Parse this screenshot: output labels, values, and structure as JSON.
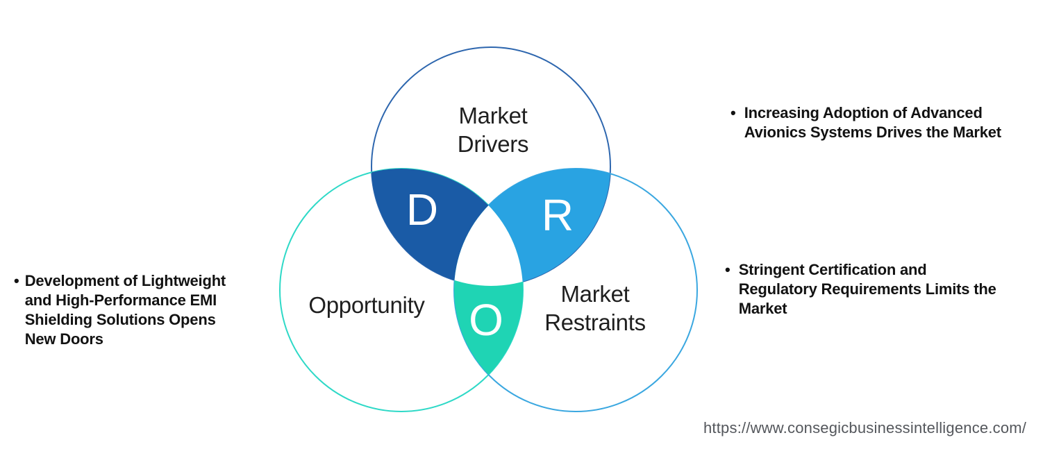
{
  "venn": {
    "drivers": {
      "label": "Market\nDrivers",
      "letter": "D",
      "region_fill": "#1a5ba6",
      "outline_color": "#2d66ae"
    },
    "restraints": {
      "label": "Market\nRestraints",
      "letter": "R",
      "region_fill": "#29a3e2",
      "outline_color": "#3aa7e0"
    },
    "opportunity": {
      "label": "Opportunity",
      "letter": "O",
      "region_fill": "#1fd4b4",
      "outline_color": "#2ed9c7"
    }
  },
  "notes": {
    "driver": {
      "marker": "•",
      "text": "Increasing Adoption of Advanced\nAvionics Systems Drives the Market"
    },
    "restraint": {
      "marker": "•",
      "text": "Stringent Certification and\nRegulatory Requirements Limits the\nMarket"
    },
    "opportunity": {
      "marker": "•",
      "text": "Development of Lightweight\nand High-Performance EMI\nShielding Solutions Opens\nNew Doors"
    }
  },
  "footer": {
    "source_url": "https://www.consegicbusinessintelligence.com/"
  }
}
